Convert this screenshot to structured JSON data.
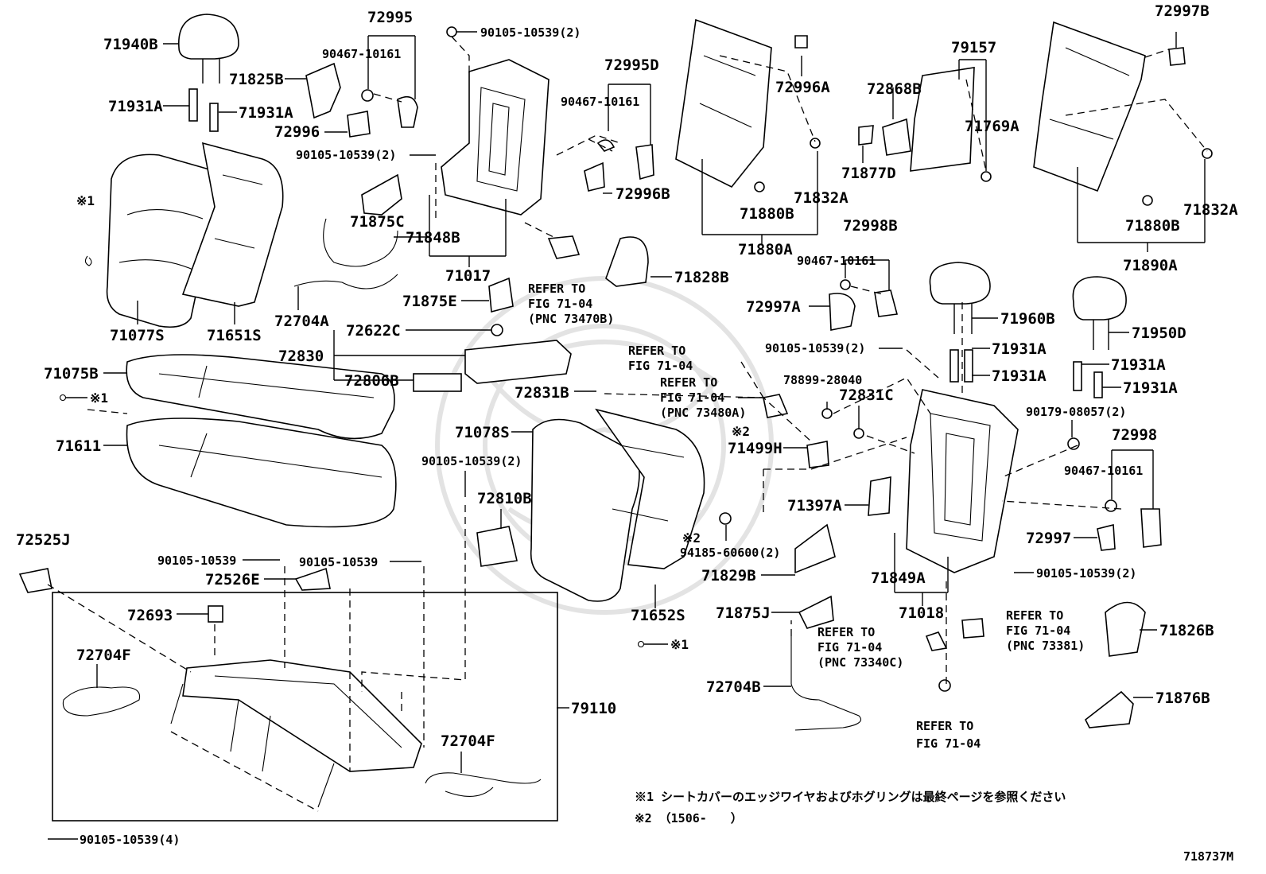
{
  "diagram": {
    "id": "718737M",
    "parts": [
      {
        "key": "p71940B",
        "text": "71940B"
      },
      {
        "key": "p71931A_a",
        "text": "71931A"
      },
      {
        "key": "p71931A_b",
        "text": "71931A"
      },
      {
        "key": "p71825B",
        "text": "71825B"
      },
      {
        "key": "p72996",
        "text": "72996"
      },
      {
        "key": "p72995",
        "text": "72995"
      },
      {
        "key": "p90467_a",
        "text": "90467-10161"
      },
      {
        "key": "p90105_top",
        "text": "90105-10539(2)"
      },
      {
        "key": "p72995D",
        "text": "72995D"
      },
      {
        "key": "p90467_b",
        "text": "90467-10161"
      },
      {
        "key": "p90105_b",
        "text": "90105-10539(2)"
      },
      {
        "key": "p72996B",
        "text": "72996B"
      },
      {
        "key": "p72996A",
        "text": "72996A"
      },
      {
        "key": "p79157",
        "text": "79157"
      },
      {
        "key": "p72868B",
        "text": "72868B"
      },
      {
        "key": "p71769A",
        "text": "71769A"
      },
      {
        "key": "p71877D",
        "text": "71877D"
      },
      {
        "key": "p72997B",
        "text": "72997B"
      },
      {
        "key": "p71832A_a",
        "text": "71832A"
      },
      {
        "key": "p71880B_a",
        "text": "71880B"
      },
      {
        "key": "p71880A",
        "text": "71880A"
      },
      {
        "key": "p71832A_b",
        "text": "71832A"
      },
      {
        "key": "p71880B_b",
        "text": "71880B"
      },
      {
        "key": "p71890A",
        "text": "71890A"
      },
      {
        "key": "p71875C",
        "text": "71875C"
      },
      {
        "key": "p71848B",
        "text": "71848B"
      },
      {
        "key": "p71017",
        "text": "71017"
      },
      {
        "key": "p71828B",
        "text": "71828B"
      },
      {
        "key": "p71875E",
        "text": "71875E"
      },
      {
        "key": "p72704A",
        "text": "72704A"
      },
      {
        "key": "p71077S",
        "text": "71077S"
      },
      {
        "key": "p71651S",
        "text": "71651S"
      },
      {
        "key": "p72998B",
        "text": "72998B"
      },
      {
        "key": "p90467_c",
        "text": "90467-10161"
      },
      {
        "key": "p72997A",
        "text": "72997A"
      },
      {
        "key": "p71960B",
        "text": "71960B"
      },
      {
        "key": "p90105_c",
        "text": "90105-10539(2)"
      },
      {
        "key": "p71931A_c",
        "text": "71931A"
      },
      {
        "key": "p71931A_d",
        "text": "71931A"
      },
      {
        "key": "p71950D",
        "text": "71950D"
      },
      {
        "key": "p71931A_e",
        "text": "71931A"
      },
      {
        "key": "p71931A_f",
        "text": "71931A"
      },
      {
        "key": "p72622C",
        "text": "72622C"
      },
      {
        "key": "p72830",
        "text": "72830"
      },
      {
        "key": "p72806B",
        "text": "72806B"
      },
      {
        "key": "p71075B",
        "text": "71075B"
      },
      {
        "key": "p72831B",
        "text": "72831B"
      },
      {
        "key": "p78899",
        "text": "78899-28040"
      },
      {
        "key": "p72831C",
        "text": "72831C"
      },
      {
        "key": "p90179",
        "text": "90179-08057(2)"
      },
      {
        "key": "p72998",
        "text": "72998"
      },
      {
        "key": "p90467_d",
        "text": "90467-10161"
      },
      {
        "key": "p71611",
        "text": "71611"
      },
      {
        "key": "p71078S",
        "text": "71078S"
      },
      {
        "key": "p71499H",
        "text": "71499H"
      },
      {
        "key": "p90105_d",
        "text": "90105-10539(2)"
      },
      {
        "key": "p72810B",
        "text": "72810B"
      },
      {
        "key": "p71397A",
        "text": "71397A"
      },
      {
        "key": "p94185",
        "text": "94185-60600(2)"
      },
      {
        "key": "p72997",
        "text": "72997"
      },
      {
        "key": "p72525J",
        "text": "72525J"
      },
      {
        "key": "p90105_e",
        "text": "90105-10539"
      },
      {
        "key": "p90105_f",
        "text": "90105-10539"
      },
      {
        "key": "p72526E",
        "text": "72526E"
      },
      {
        "key": "p71829B",
        "text": "71829B"
      },
      {
        "key": "p71849A",
        "text": "71849A"
      },
      {
        "key": "p90105_g",
        "text": "90105-10539(2)"
      },
      {
        "key": "p72693",
        "text": "72693"
      },
      {
        "key": "p71652S",
        "text": "71652S"
      },
      {
        "key": "p71875J",
        "text": "71875J"
      },
      {
        "key": "p71018",
        "text": "71018"
      },
      {
        "key": "p72704F_a",
        "text": "72704F"
      },
      {
        "key": "p71826B",
        "text": "71826B"
      },
      {
        "key": "p79110",
        "text": "79110"
      },
      {
        "key": "p72704B",
        "text": "72704B"
      },
      {
        "key": "p71876B",
        "text": "71876B"
      },
      {
        "key": "p72704F_b",
        "text": "72704F"
      },
      {
        "key": "p90105_h",
        "text": "90105-10539(4)"
      }
    ],
    "refs": {
      "r1_l1": "REFER TO",
      "r1_l2": "FIG 71-04",
      "r1_l3": "(PNC 73470B)",
      "r2_l1": "REFER TO",
      "r2_l2": "FIG 71-04",
      "r3_l1": "REFER TO",
      "r3_l2": "FIG 71-04",
      "r3_l3": "(PNC 73480A)",
      "r4_l1": "REFER TO",
      "r4_l2": "FIG 71-04",
      "r4_l3": "(PNC 73340C)",
      "r5_l1": "REFER TO",
      "r5_l2": "FIG 71-04",
      "r5_l3": "(PNC 73381)",
      "r6_l1": "REFER TO",
      "r6_l2": "FIG 71-04"
    },
    "symbols": {
      "s1": "※1",
      "s2": "※1",
      "s3": "※1",
      "s4": "※1",
      "m2a": "※2",
      "m2b": "※2"
    },
    "notes": {
      "note1": "※1 シートカバーのエッジワイヤおよびホグリングは最終ページを参照ください",
      "note2": "※2 （1506-　　）"
    }
  }
}
